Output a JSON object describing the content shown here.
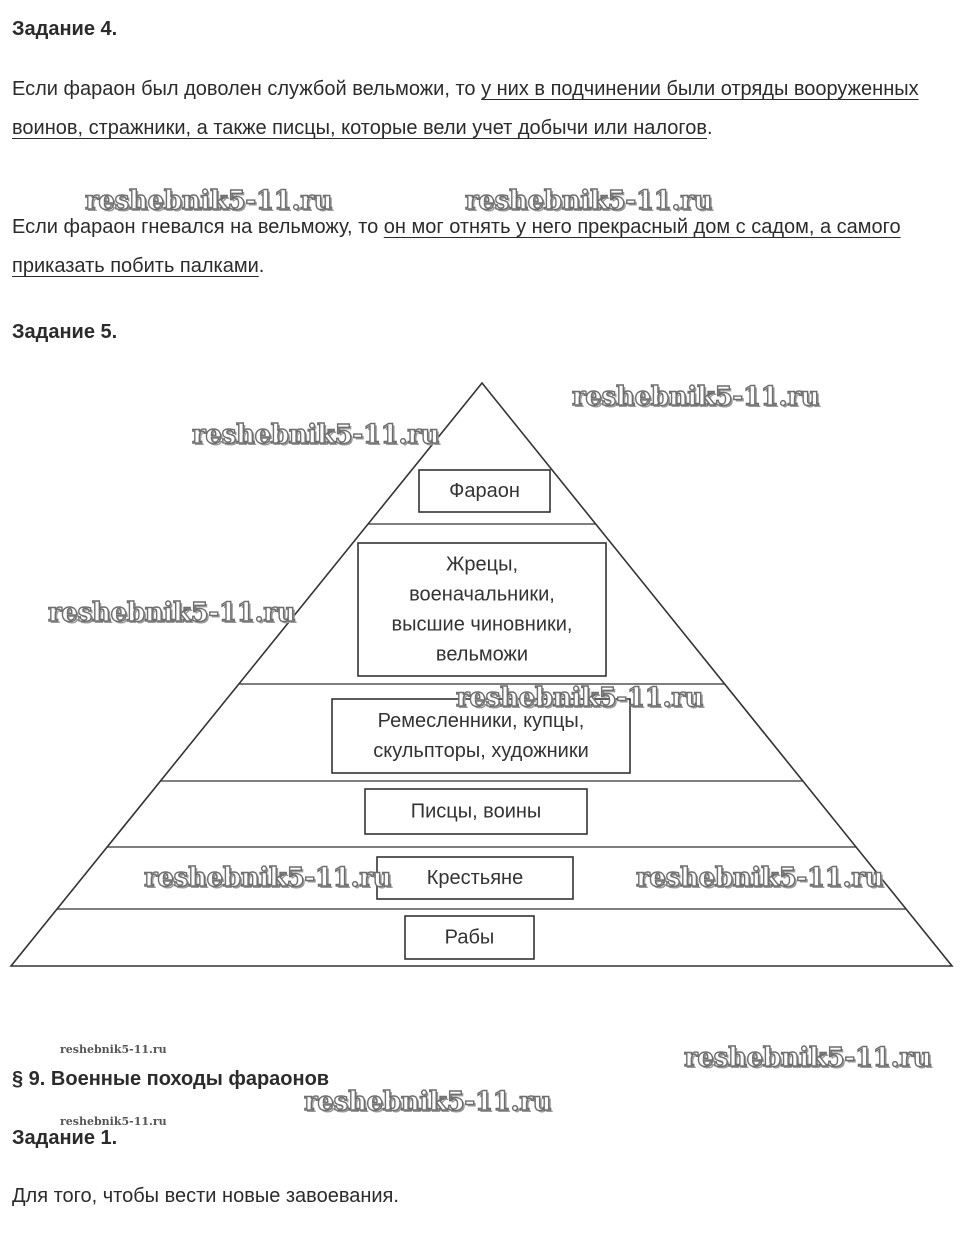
{
  "task4": {
    "title": "Задание 4.",
    "p1_plain": "Если фараон был доволен службой вельможи, то ",
    "p1_underlined": "у них в подчинении были отряды вооруженных воинов, стражники, а также писцы, которые вели учет добычи или налогов",
    "p1_end": ".",
    "p2_plain": "Если фараон гневался на вельможу, то ",
    "p2_underlined": "он мог отнять у него прекрасный дом с садом, а самого приказать побить палками",
    "p2_end": "."
  },
  "task5": {
    "title": "Задание 5.",
    "pyramid": {
      "levels": [
        {
          "lines": [
            "Фараон"
          ]
        },
        {
          "lines": [
            "Жрецы,",
            "военачальники,",
            "высшие чиновники,",
            "вельможи"
          ]
        },
        {
          "lines": [
            "Ремесленники, купцы,",
            "скульпторы, художники"
          ]
        },
        {
          "lines": [
            "Писцы, воины"
          ]
        },
        {
          "lines": [
            "Крестьяне"
          ]
        },
        {
          "lines": [
            "Рабы"
          ]
        }
      ]
    }
  },
  "section9": {
    "title": "§ 9. Военные походы фараонов",
    "task1_title": "Задание 1.",
    "task1_answer": "Для того, чтобы вести новые завоевания."
  },
  "watermark": {
    "text": "reshebnik5-11.ru"
  },
  "colors": {
    "text": "#2b2b2b",
    "lines": "#333333",
    "background": "#ffffff"
  }
}
